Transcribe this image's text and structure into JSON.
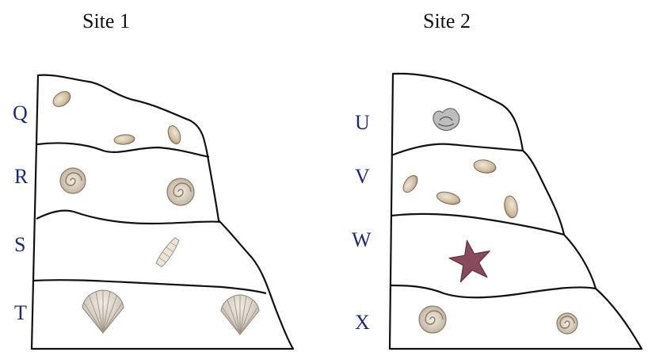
{
  "colors": {
    "outline": "#111111",
    "layer_label": "#1c2a7a",
    "shell_fill": "#d8cbb5",
    "shell_dark": "#8c7a63",
    "starfish": "#8a4a5e",
    "silver_fossil": "#a8a8a8"
  },
  "site1": {
    "title": "Site 1",
    "layers": [
      {
        "label": "Q",
        "fossils": [
          "clam-shell",
          "clam-shell",
          "clam-shell"
        ]
      },
      {
        "label": "R",
        "fossils": [
          "snail-shell",
          "snail-shell"
        ]
      },
      {
        "label": "S",
        "fossils": [
          "tusk-shell"
        ]
      },
      {
        "label": "T",
        "fossils": [
          "scallop-shell",
          "scallop-shell"
        ]
      }
    ]
  },
  "site2": {
    "title": "Site 2",
    "layers": [
      {
        "label": "U",
        "fossils": [
          "trilobite-fossil"
        ]
      },
      {
        "label": "V",
        "fossils": [
          "clam-shell",
          "clam-shell",
          "clam-shell",
          "clam-shell"
        ]
      },
      {
        "label": "W",
        "fossils": [
          "starfish"
        ]
      },
      {
        "label": "X",
        "fossils": [
          "snail-shell",
          "snail-shell"
        ]
      }
    ]
  }
}
